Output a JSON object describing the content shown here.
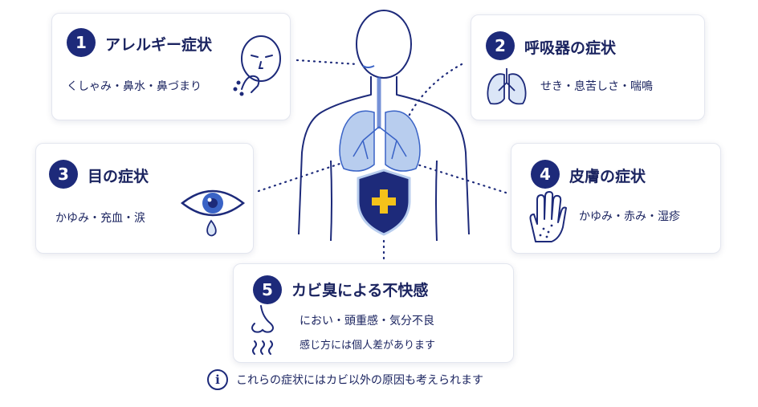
{
  "cards": [
    {
      "number": "1",
      "title": "アレルギー症状",
      "desc": "くしゃみ・鼻水・鼻づまり",
      "icon": "sneezing-face-icon"
    },
    {
      "number": "2",
      "title": "呼吸器の症状",
      "desc": "せき・息苦しさ・喘鳴",
      "icon": "lungs-icon"
    },
    {
      "number": "3",
      "title": "目の症状",
      "desc": "かゆみ・充血・涙",
      "icon": "teary-eye-icon"
    },
    {
      "number": "4",
      "title": "皮膚の症状",
      "desc": "かゆみ・赤み・湿疹",
      "icon": "itchy-hand-icon"
    },
    {
      "number": "5",
      "title": "カビ臭による不快感",
      "desc": "におい・頭重感・気分不良",
      "desc2": "感じ方には個人差があります",
      "icon": "nose-smell-icon"
    }
  ],
  "note": {
    "text": "これらの症状にはカビ以外の原因も考えられます",
    "icon": "info-icon"
  },
  "colors": {
    "navy": "#1d2a7a",
    "lung": "#b8cdee",
    "shield": "#1d2a7a",
    "cross": "#f4c21a"
  }
}
